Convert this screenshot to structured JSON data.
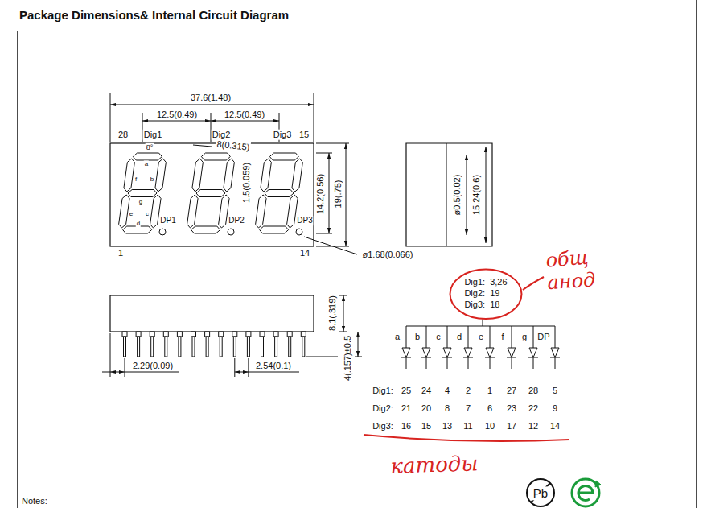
{
  "diagram": {
    "title": "Package Dimensions& Internal Circuit Diagram",
    "nodes": [
      {
        "text": [
          "Dig1:  3,26",
          "Dig2:  19",
          "Dig3:  18"
        ]
      }
    ],
    "labels": [
      "37.6(1.48)",
      "12.5(0.49)",
      "12.5(0.49)",
      "28",
      "Dig1",
      "Dig2",
      "Dig3",
      "15",
      "8°",
      "8(0.315)",
      "a",
      "f",
      "b",
      "g",
      "e",
      "c",
      "d",
      "1.5(0.059)",
      "DP1",
      "DP2",
      "DP3",
      "14.2(0.56)",
      "19(.75)",
      "1",
      "14",
      "ø1.68(0.066)",
      "ø0.5(0.02)",
      "15.24(0.6)",
      "8.1(.319)",
      "4(.157)±0.5",
      "2.29(0.09)",
      "2.54(0.1)",
      "a",
      "b",
      "c",
      "d",
      "e",
      "f",
      "g",
      "DP",
      "Dig1:",
      "25",
      "24",
      "4",
      "2",
      "1",
      "27",
      "28",
      "5",
      "Dig2:",
      "21",
      "20",
      "8",
      "7",
      "6",
      "23",
      "22",
      "9",
      "Dig3:",
      "16",
      "15",
      "13",
      "11",
      "10",
      "17",
      "12",
      "14",
      "общ анод",
      "катоды",
      "Notes:",
      "Pb"
    ]
  }
}
